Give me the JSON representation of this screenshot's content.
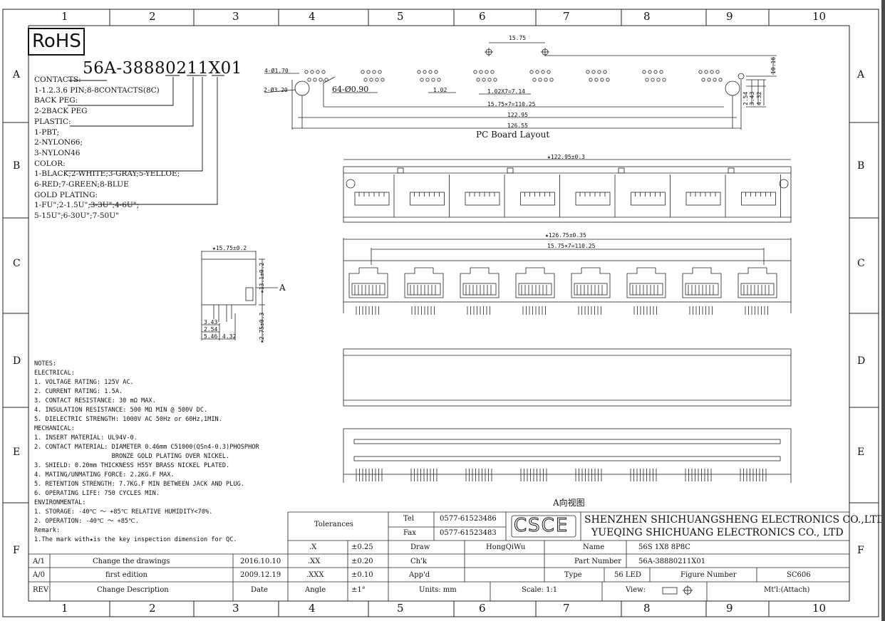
{
  "grid": {
    "cols": [
      "1",
      "2",
      "3",
      "4",
      "5",
      "6",
      "7",
      "8",
      "9",
      "10"
    ],
    "rows": [
      "A",
      "B",
      "C",
      "D",
      "E",
      "F"
    ]
  },
  "rohs": "RoHS",
  "part_code": "56A-38880211X01",
  "legend": [
    "CONTACTS:",
    "1-1.2.3.6 PIN;8-8CONTACTS(8C)",
    "BACK PEG:",
    "2-2BACK PEG",
    "PLASTIC:",
    "1-PBT;",
    "2-NYLON66;",
    "3-NYLON46",
    "COLOR:",
    "1-BLACK;2-WHITE;3-GRAY;5-YELLOE;",
    "6-RED;7-GREEN;8-BLUE",
    "GOLD PLATING:",
    "1-FU\";2-1.5U\";3-3U\";4-6U\";",
    "5-15U\";6-30U\";7-50U\""
  ],
  "pcb": {
    "title": "PC Board Layout",
    "dims": {
      "top": "15.75",
      "hole_small": "4-Ø1.70",
      "hole_big": "2-Ø3.20",
      "pins": "64-Ø0.90",
      "pitch": "1.02",
      "pitch7": "1.02X7=7.14",
      "span": "15.75×7=110.25",
      "d122": "122.95",
      "d126": "126.55",
      "r1016": "10.16",
      "r254": "2.54",
      "r343": "3.43",
      "r432": "4.32"
    }
  },
  "top_view_dim": "★122.95±0.3",
  "front_view": {
    "dim_total": "★126.75±0.35",
    "dim_span": "15.75×7=110.25"
  },
  "side_view": {
    "w": "★15.75±0.2",
    "h": "★13.1±0.2",
    "pin": "★2.75±0.3",
    "a343": "3.43",
    "a254": "2.54",
    "a546": "5.46",
    "a432": "4.32",
    "arrow": "A"
  },
  "bottom_view_caption": "A向视图",
  "notes": [
    "NOTES:",
    "ELECTRICAL:",
    "1. VOLTAGE RATING: 125V AC.",
    "2. CURRENT RATING: 1.5A.",
    "3. CONTACT RESISTANCE: 30 mΩ MAX.",
    "4. INSULATION RESISTANCE: 500 MΩ MIN @ 500V DC.",
    "5. DIELECTRIC STRENGTH: 1000V AC 50Hz or 60Hz,1MIN.",
    "MECHANICAL:",
    "1. INSERT MATERIAL: UL94V-0.",
    "2. CONTACT MATERIAL: DIAMETER 0.46mm C51000(QSn4-0.3)PHOSPHOR",
    "                     BRONZE GOLD PLATING OVER NICKEL.",
    "3. SHIELD: 0.20mm THICKNESS H55Y BRASS NICKEL PLATED.",
    "4. MATING/UNMATING FORCE: 2.2KG.F MAX.",
    "5. RETENTION STRENGTH: 7.7KG.F MIN BETWEEN JACK AND PLUG.",
    "6. OPERATING LIFE: 750 CYCLES MIN.",
    "ENVIRONMENTAL:",
    "1. STORAGE: -40℃ ～ +85℃ RELATIVE HUMIDITY<70%.",
    "2. OPERATION: -40℃ ～ +85℃.",
    "Remark:",
    "1.The mark with★is the key inspection dimension for QC."
  ],
  "revisions": [
    {
      "rev": "A/1",
      "desc": "Change the drawings",
      "date": "2016.10.10"
    },
    {
      "rev": "A/0",
      "desc": "first edition",
      "date": "2009.12.19"
    }
  ],
  "rev_header": {
    "rev": "REV",
    "desc": "Change Description",
    "date": "Date"
  },
  "title_block": {
    "tolerances": "Tolerances",
    "tol": [
      {
        "k": ".X",
        "v": "±0.25"
      },
      {
        "k": ".XX",
        "v": "±0.20"
      },
      {
        "k": ".XXX",
        "v": "±0.10"
      },
      {
        "k": "Angle",
        "v": "±1°"
      }
    ],
    "tel_label": "Tel",
    "tel": "0577-61523486",
    "fax_label": "Fax",
    "fax": "0577-61523483",
    "logo": "CSCE",
    "company1": "SHENZHEN SHICHUANGSHENG ELECTRONICS CO.,LTD",
    "company2": "YUEQING SHICHUANG ELECTRONICS CO., LTD",
    "draw_label": "Draw",
    "draw": "HongQiWu",
    "check_label": "Ch'k",
    "appd_label": "App'd",
    "name_label": "Name",
    "name": "56S 1X8 8P8C",
    "partno_label": "Part Number",
    "partno": "56A-38880211X01",
    "type_label": "Type",
    "type": "56 LED",
    "figno_label": "Figure Number",
    "figno": "SC606",
    "units": "Units: mm",
    "scale": "Scale: 1:1",
    "view": "View:",
    "material": "Mt'l:(Attach)"
  }
}
